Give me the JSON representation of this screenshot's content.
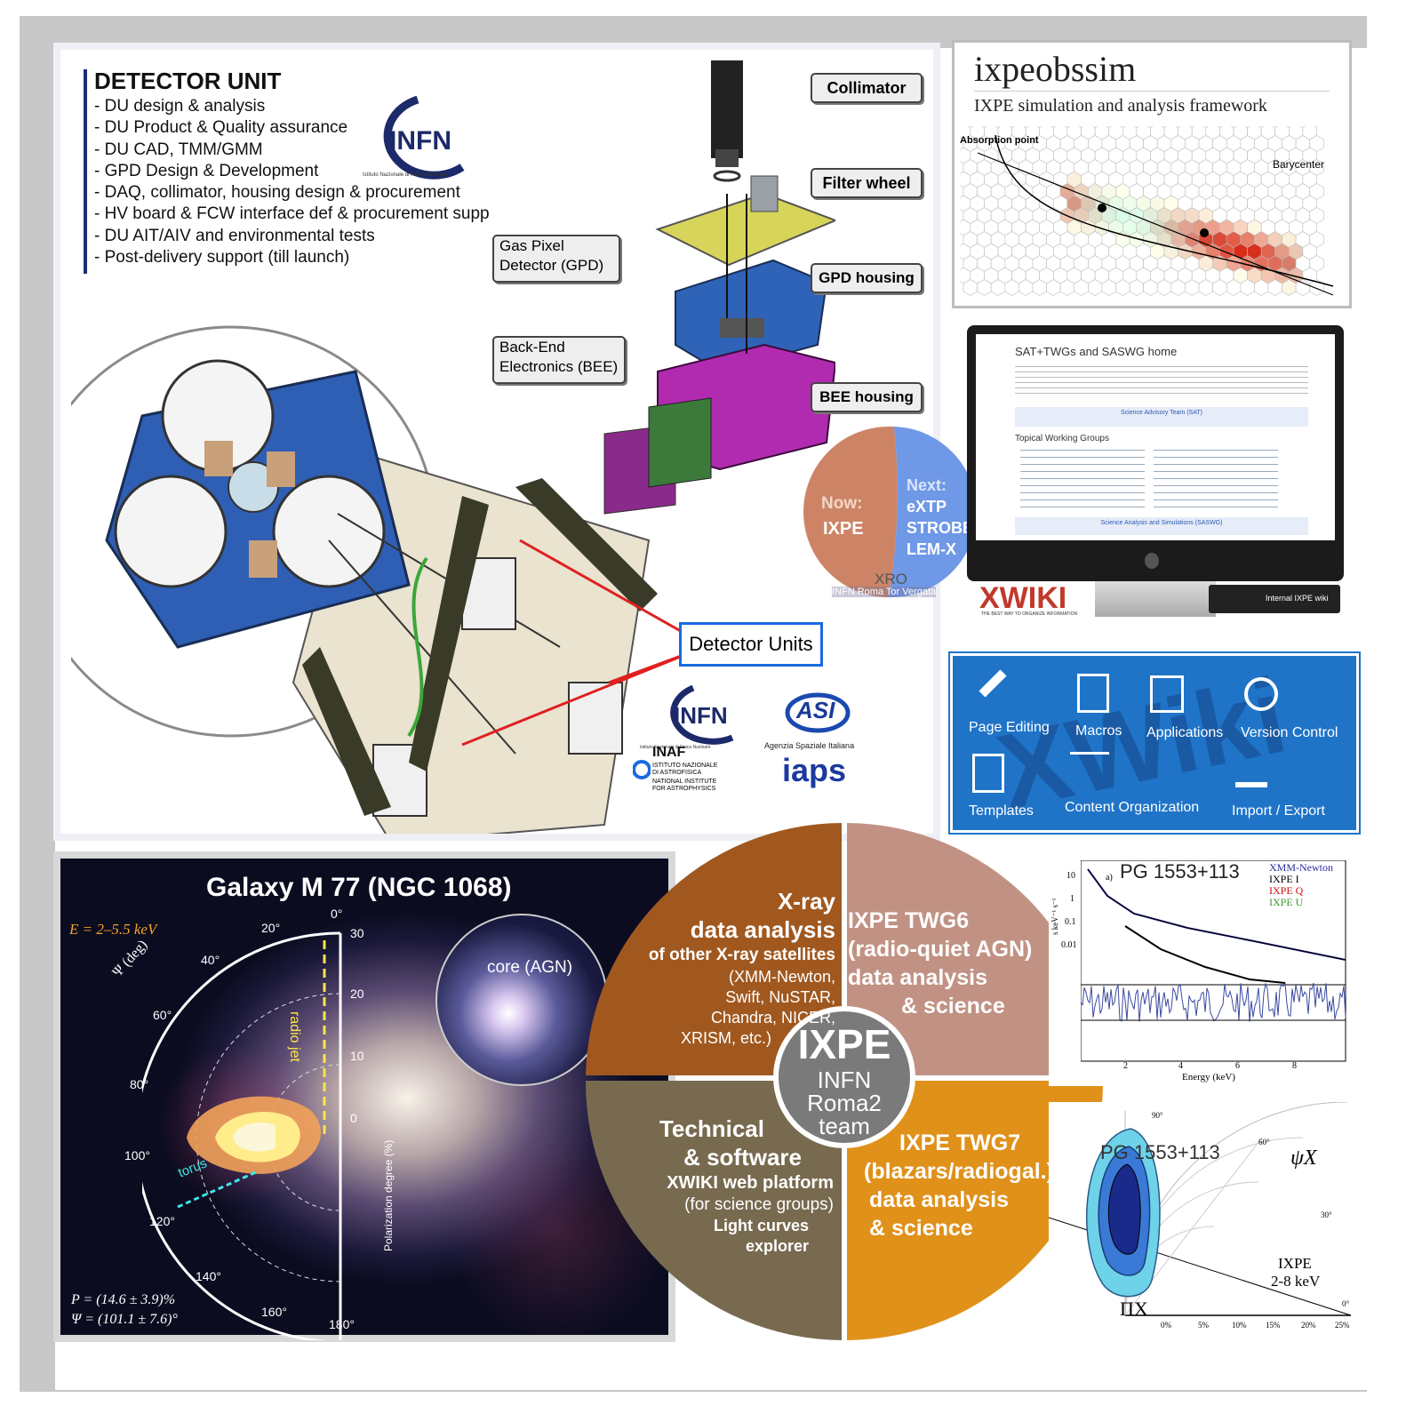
{
  "detector": {
    "title": "DETECTOR UNIT",
    "tasks": [
      "- DU design & analysis",
      "- DU Product & Quality assurance",
      "- DU CAD, TMM/GMM",
      "- GPD Design & Development",
      "- DAQ, collimator, housing design & procurement",
      "- HV board & FCW interface def & procurement supp",
      "- DU AIT/AIV and environmental tests",
      "- Post-delivery support (till launch)"
    ],
    "callouts": {
      "collimator": "Collimator",
      "filter": "Filter wheel",
      "gpd_line1": "Gas Pixel",
      "gpd_line2": "Detector (GPD)",
      "gpd_housing": "GPD housing",
      "bee_line1": "Back-End",
      "bee_line2": "Electronics (BEE)",
      "bee_housing": "BEE housing",
      "detector_units": "Detector Units"
    },
    "logos": {
      "infn": "INFN",
      "infn_sub": "Istituto Nazionale di Fisica Nucleare",
      "asi": "ASI",
      "asi_sub": "Agenzia Spaziale Italiana",
      "inaf": "INAF",
      "inaf_sub1": "ISTITUTO NAZIONALE",
      "inaf_sub2": "DI ASTROFISICA",
      "inaf_sub3": "NATIONAL INSTITUTE",
      "inaf_sub4": "FOR ASTROPHYSICS",
      "iaps": "iaps"
    }
  },
  "ixpeobssim": {
    "title": "ixpeobssim",
    "subtitle": "IXPE simulation and analysis framework",
    "absorption": "Absorption point",
    "barycenter": "Barycenter"
  },
  "wiki_monitor": {
    "page_title": "SAT+TWGs and SASWG home",
    "sat_heading": "Science Advisory Team (SAT)",
    "twg_heading": "Topical Working Groups",
    "saswg_heading": "Science Analysis and Simulations (SASWG)",
    "xwiki_logo": "XWIKI",
    "xwiki_tag": "THE BEST WAY TO ORGANIZE INFORMATION",
    "internal": "Internal IXPE wiki"
  },
  "xro_pie": {
    "now_label": "Now:",
    "now_value": "IXPE",
    "next_label": "Next:",
    "next_items": [
      "eXTP",
      "STROBE-X",
      "LEM-X"
    ],
    "group": "XRO",
    "group_sub": "INFN Roma Tor Vergata",
    "colors": {
      "now": "#cd8466",
      "next": "#6f98e6"
    }
  },
  "xwiki_features": {
    "watermark": "XWiki",
    "items": [
      "Page Editing",
      "Macros",
      "Applications",
      "Version Control",
      "Templates",
      "Content Organization",
      "Import / Export"
    ],
    "bg_color": "#1f74c8"
  },
  "m77": {
    "title": "Galaxy M 77 (NGC 1068)",
    "energy": "E = 2–5.5 keV",
    "psi_label": "Ψ (deg)",
    "angles": [
      "0°",
      "20°",
      "40°",
      "60°",
      "80°",
      "100°",
      "120°",
      "140°",
      "160°",
      "180°"
    ],
    "radial": [
      "30",
      "20",
      "10",
      "0"
    ],
    "radio_jet": "radio jet",
    "torus": "torus",
    "pol_axis": "Polarization degree (%)",
    "core": "core (AGN)",
    "P": "P = (14.6 ± 3.9)%",
    "Psi": "Ψ = (101.1 ± 7.6)°"
  },
  "center": {
    "title": "IXPE",
    "sub1": "INFN",
    "sub2": "Roma2",
    "sub3": "team",
    "q1_lines": [
      "X-ray",
      "data analysis",
      "of other X-ray satellites",
      "(XMM-Newton,",
      "Swift, NuSTAR,",
      "Chandra, NICER,",
      "XRISM, etc.)"
    ],
    "q2_lines": [
      "IXPE TWG6",
      "(radio-quiet AGN)",
      "data analysis",
      "& science"
    ],
    "q3_lines": [
      "Technical",
      "& software",
      "XWIKI web platform",
      "(for science groups)",
      "Light curves",
      "explorer"
    ],
    "q4_lines": [
      "IXPE TWG7",
      "(blazars/radiogal.)",
      "data analysis",
      "& science"
    ],
    "colors": {
      "q1": "#a0581f",
      "q2": "#c19283",
      "q3": "#786a4f",
      "q4": "#e0911a"
    }
  },
  "spectrum": {
    "title": "PG 1553+113",
    "panel": "a)",
    "legend": [
      "XMM-Newton",
      "IXPE I",
      "IXPE Q",
      "IXPE U"
    ],
    "legend_colors": [
      "#2a2aa0",
      "#000000",
      "#d01010",
      "#3a9a2a"
    ],
    "y_ticks": [
      "10",
      "1",
      "0.1",
      "0.01"
    ],
    "y_label": "s keV⁻¹ s⁻¹",
    "x_ticks": [
      "2",
      "4",
      "6",
      "8"
    ],
    "x_label": "Energy (keV)"
  },
  "polar": {
    "title": "PG 1553+113",
    "psi": "ψX",
    "pi": "ΠX",
    "label1": "IXPE",
    "label2": "2-8 keV",
    "angle_ticks": [
      "90°",
      "60°",
      "30°",
      "0°"
    ],
    "radial_ticks": [
      "0%",
      "5%",
      "10%",
      "15%",
      "20%",
      "25%"
    ]
  }
}
